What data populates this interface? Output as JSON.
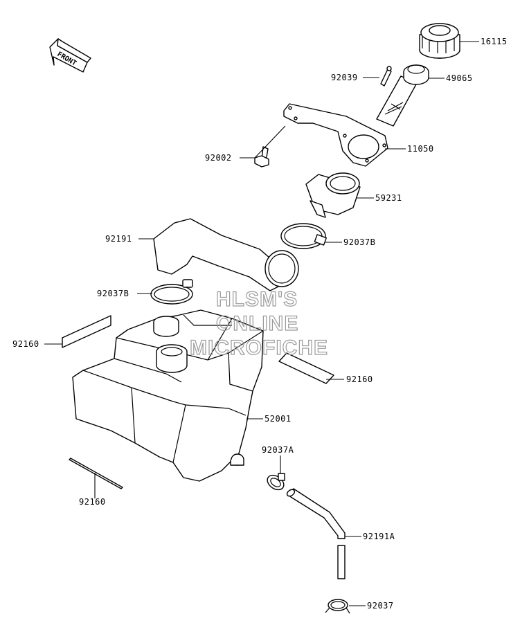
{
  "front_arrow": {
    "label": "FRONT"
  },
  "watermark": {
    "line1": "HLSM'S",
    "line2": "ONLINE",
    "line3": "MICROFICHE"
  },
  "labels": {
    "p16115": "16115",
    "p92039": "92039",
    "p49065": "49065",
    "p92002": "92002",
    "p11050": "11050",
    "p59231": "59231",
    "p92191": "92191",
    "p92037B_right": "92037B",
    "p92037B_left": "92037B",
    "p92160_left": "92160",
    "p92160_right": "92160",
    "p52001": "52001",
    "p92037A": "92037A",
    "p92160_bottom": "92160",
    "p92191A": "92191A",
    "p92037": "92037"
  }
}
